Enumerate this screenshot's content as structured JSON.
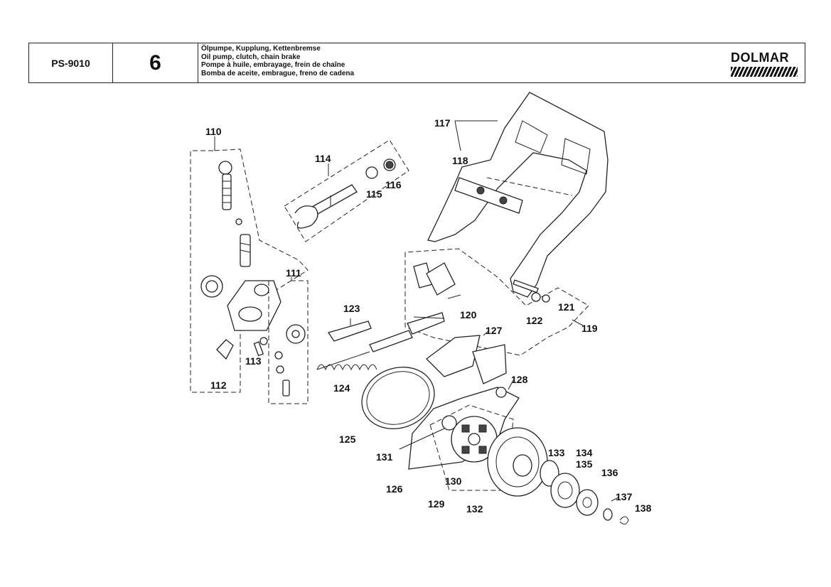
{
  "header": {
    "model": "PS-9010",
    "section_number": "6",
    "titles": [
      "Ölpumpe, Kupplung, Kettenbremse",
      "Oil pump, clutch, chain brake",
      "Pompe à huile, embrayage, frein de chaîne",
      "Bomba de aceite, embrague, freno de cadena"
    ],
    "brand": "DOLMAR"
  },
  "parts": {
    "p110": "110",
    "p111": "111",
    "p112": "112",
    "p113": "113",
    "p114": "114",
    "p115": "115",
    "p116": "116",
    "p117": "117",
    "p118": "118",
    "p119": "119",
    "p120": "120",
    "p121": "121",
    "p122": "122",
    "p123": "123",
    "p124": "124",
    "p125": "125",
    "p126": "126",
    "p127": "127",
    "p128": "128",
    "p129": "129",
    "p130": "130",
    "p131": "131",
    "p132": "132",
    "p133": "133",
    "p134": "134",
    "p135": "135",
    "p136": "136",
    "p137": "137",
    "p138": "138"
  }
}
